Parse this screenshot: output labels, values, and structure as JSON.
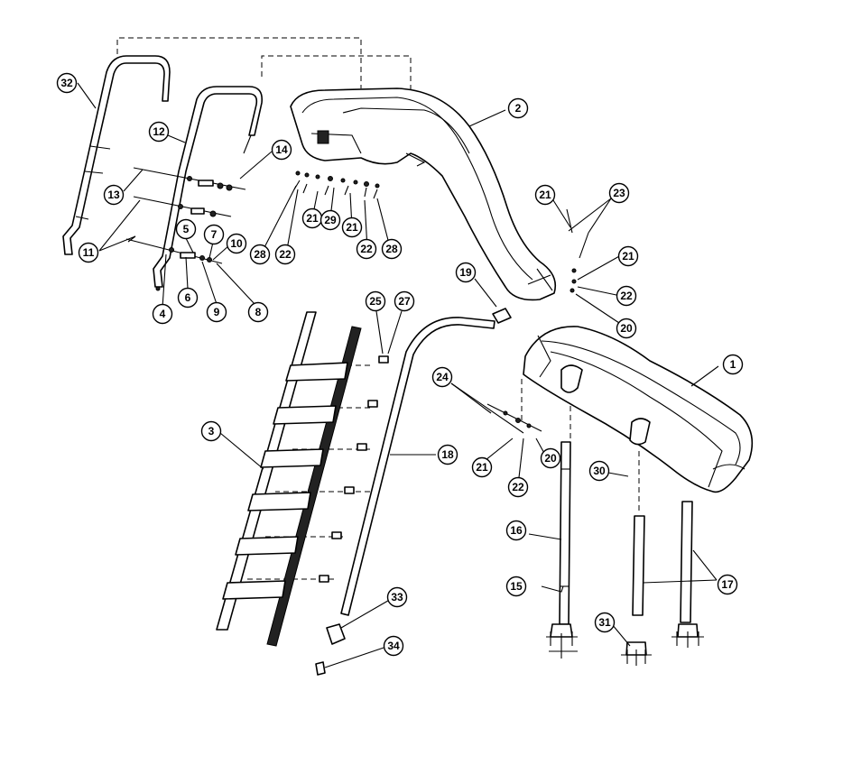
{
  "callouts": [
    {
      "id": "c1",
      "label": "1"
    },
    {
      "id": "c2",
      "label": "2"
    },
    {
      "id": "c3",
      "label": "3"
    },
    {
      "id": "c4",
      "label": "4"
    },
    {
      "id": "c5",
      "label": "5"
    },
    {
      "id": "c6",
      "label": "6"
    },
    {
      "id": "c7",
      "label": "7"
    },
    {
      "id": "c8",
      "label": "8"
    },
    {
      "id": "c9",
      "label": "9"
    },
    {
      "id": "c10",
      "label": "10"
    },
    {
      "id": "c11",
      "label": "11"
    },
    {
      "id": "c12",
      "label": "12"
    },
    {
      "id": "c13",
      "label": "13"
    },
    {
      "id": "c14",
      "label": "14"
    },
    {
      "id": "c15",
      "label": "15"
    },
    {
      "id": "c16",
      "label": "16"
    },
    {
      "id": "c17",
      "label": "17"
    },
    {
      "id": "c18",
      "label": "18"
    },
    {
      "id": "c19",
      "label": "19"
    },
    {
      "id": "c20a",
      "label": "20"
    },
    {
      "id": "c20b",
      "label": "20"
    },
    {
      "id": "c21a",
      "label": "21"
    },
    {
      "id": "c21b",
      "label": "21"
    },
    {
      "id": "c21c",
      "label": "21"
    },
    {
      "id": "c21d",
      "label": "21"
    },
    {
      "id": "c21e",
      "label": "21"
    },
    {
      "id": "c22a",
      "label": "22"
    },
    {
      "id": "c22b",
      "label": "22"
    },
    {
      "id": "c22c",
      "label": "22"
    },
    {
      "id": "c22d",
      "label": "22"
    },
    {
      "id": "c23",
      "label": "23"
    },
    {
      "id": "c24",
      "label": "24"
    },
    {
      "id": "c25",
      "label": "25"
    },
    {
      "id": "c27",
      "label": "27"
    },
    {
      "id": "c28a",
      "label": "28"
    },
    {
      "id": "c28b",
      "label": "28"
    },
    {
      "id": "c29",
      "label": "29"
    },
    {
      "id": "c30",
      "label": "30"
    },
    {
      "id": "c31",
      "label": "31"
    },
    {
      "id": "c32",
      "label": "32"
    },
    {
      "id": "c33",
      "label": "33"
    },
    {
      "id": "c34",
      "label": "34"
    }
  ]
}
